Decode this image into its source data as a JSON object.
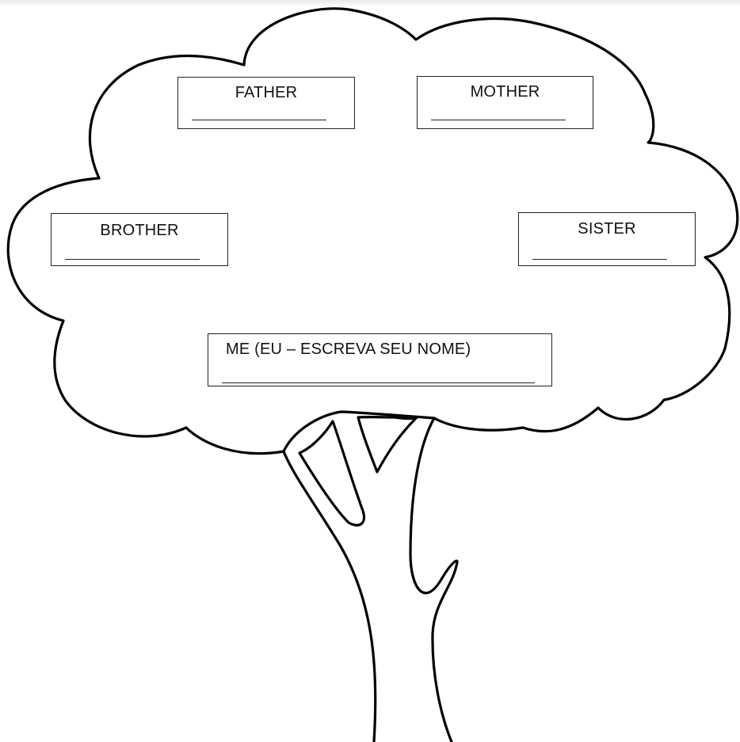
{
  "worksheet": {
    "father_label": "FATHER",
    "mother_label": "MOTHER",
    "brother_label": "BROTHER",
    "sister_label": "SISTER",
    "me_label": "ME (EU – ESCREVA SEU NOME)"
  }
}
